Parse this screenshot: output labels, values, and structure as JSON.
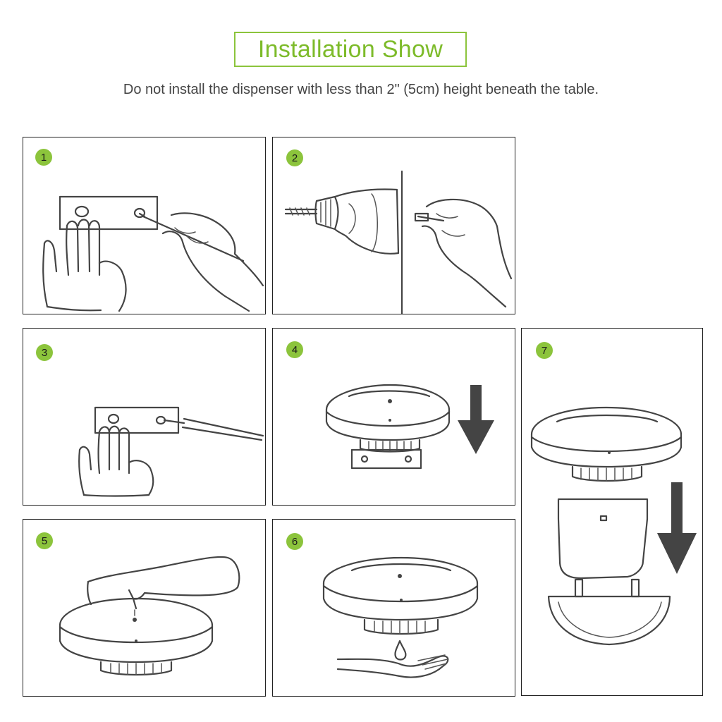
{
  "header": {
    "title": "Installation Show",
    "subtitle": "Do not install the dispenser with less than 2\" (5cm) height beneath the table."
  },
  "colors": {
    "accent": "#8cc43c",
    "line": "#444444"
  },
  "steps": [
    {
      "number": "1",
      "illustration": "mark-template-hand-pen-icon"
    },
    {
      "number": "2",
      "illustration": "drill-wall-hand-anchor-icon"
    },
    {
      "number": "3",
      "illustration": "screw-template-hand-icon"
    },
    {
      "number": "4",
      "illustration": "dispenser-onto-bracket-icon"
    },
    {
      "number": "5",
      "illustration": "fill-bottle-dispenser-icon"
    },
    {
      "number": "6",
      "illustration": "dispense-drop-hand-icon"
    },
    {
      "number": "7",
      "illustration": "dispenser-exploded-down-arrow-icon"
    }
  ]
}
